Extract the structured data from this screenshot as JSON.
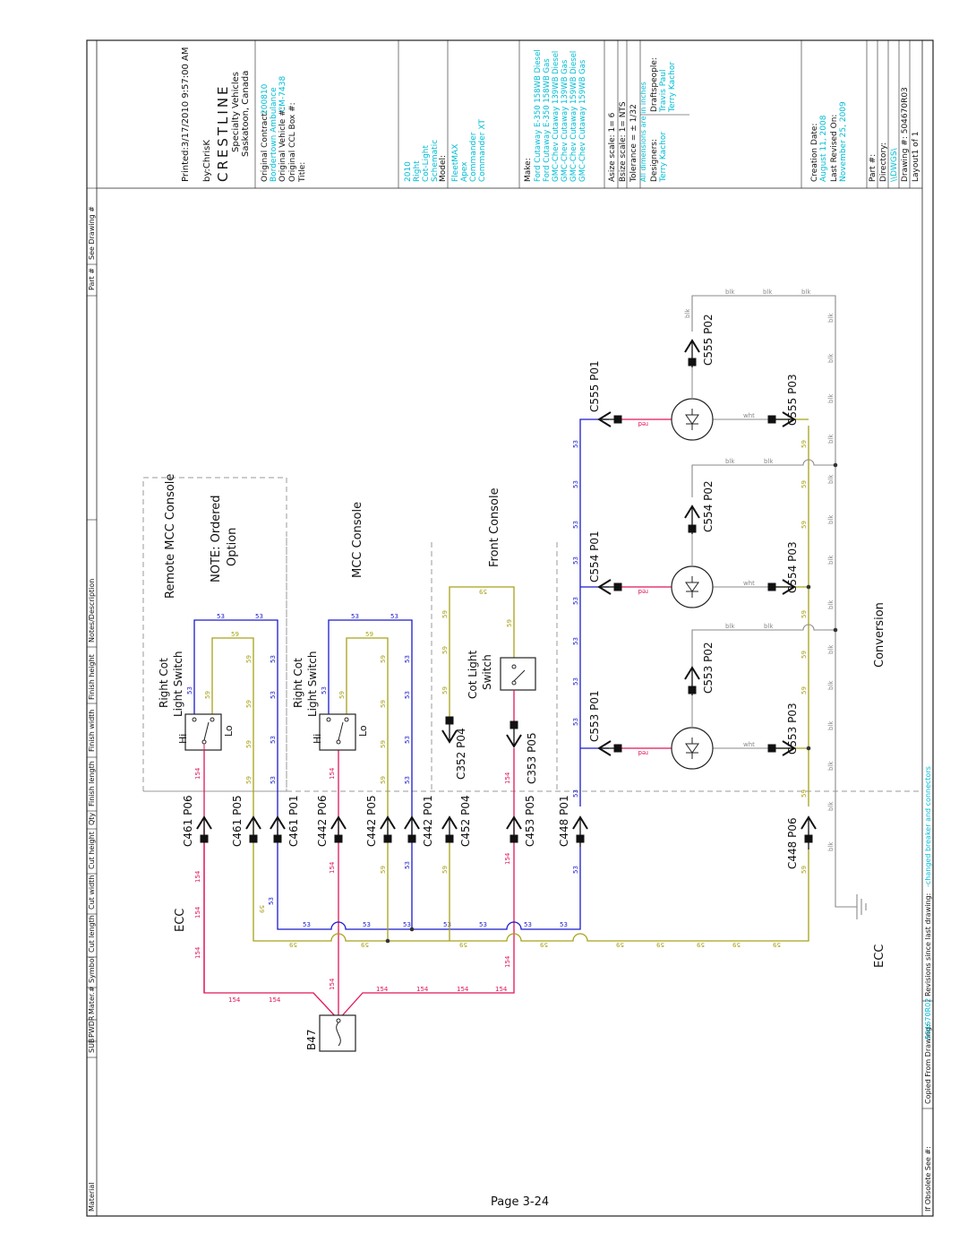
{
  "colors": {
    "wire_53": "#1a1acc",
    "wire_59": "#a8a21a",
    "wire_154": "#e01656",
    "wire_blk": "#8a8a8a",
    "cyan_text": "#00bcd4"
  },
  "title_block": {
    "printed": "Printed:3/17/2010 9:57:00 AM",
    "by": "by:ChrisK",
    "logo": "CRESTLINE",
    "company_line1": "Specialty Vehicles",
    "company_line2": "Saskatoon, Canada",
    "original_contract_label": "Original Contract:",
    "original_contract_value": "200810",
    "original_contract_extra": "Bordertown Ambulance",
    "original_vehicle_label": "Original Vehicle #:",
    "original_vehicle_value": "CM-7438",
    "original_ccl_label": "Original CCL Box #:",
    "title_label": "Title:",
    "title_lines": [
      "2010",
      "Right",
      "Cot-Light",
      "Schematic"
    ],
    "model_label": "Model:",
    "models": [
      "FleetMAX",
      "Apex",
      "Commander",
      "Commander XT"
    ],
    "make_label": "Make:",
    "makes": [
      "Ford Cutaway E-350 158WB Diesel",
      "Ford Cutaway E-350 158WB Gas",
      "GMC-Chev Cutaway 139WB Diesel",
      "GMC-Chev Cutaway 139WB Gas",
      "GMC-Chev Cutaway 159WB Diesel",
      "GMC-Chev Cutaway 159WB Gas"
    ],
    "asize": "Asize scale: 1= 6",
    "bsize": "Bsize scale: 1= NTS",
    "tolerance": "Tolerance = ± 1/32",
    "tolerance_note": "All dimensions are in inches",
    "designers_label": "Designers:",
    "designer": "Terry Kachor",
    "draftspeople_label": "Draftspeople:",
    "draftspeople": [
      "Travis Paul",
      "Terry Kachor"
    ],
    "creation_label": "Creation Date:",
    "creation_value": "August 11, 2008",
    "revised_label": "Last Revised On:",
    "revised_value": "November 25, 2009",
    "part_label": "Part #:",
    "directory_label": "Directory:",
    "directory_value": "\\\\DWGS\\",
    "drawing_label": "Drawing #: 504670R03",
    "layout_label": "Layout1 of 1"
  },
  "table_header": {
    "left": "Material",
    "cols": [
      "SUB",
      "PWDR",
      "Mater.#",
      "Symbol",
      "Cut length",
      "Cut width",
      "Cut height",
      "Qty",
      "Finish length",
      "Finish width",
      "Finish height",
      "Notes/Description"
    ],
    "right": [
      "Part #",
      "See Drawing #"
    ]
  },
  "bottom_bar": {
    "obsolete": "If Obsolete See #:",
    "copied": "Copied From Drawing:",
    "copied_value": "504670R02",
    "revisions": "Revisions since last drawing:",
    "revisions_value": "-changed breaker and connectors"
  },
  "diagram": {
    "remote_console": "Remote MCC Console",
    "note_line1": "NOTE: Ordered",
    "note_line2": "Option",
    "mcc_console": "MCC Console",
    "front_console": "Front Console",
    "conversion": "Conversion",
    "ecc_left": "ECC",
    "ecc_bottom": "ECC",
    "breaker": "B47",
    "switch1_line1": "Right Cot",
    "switch1_line2": "Light Switch",
    "switch2_line1": "Right Cot",
    "switch2_line2": "Light Switch",
    "cot_switch_line1": "Cot Light",
    "cot_switch_line2": "Switch",
    "hi": "Hi",
    "lo": "Lo",
    "connectors": {
      "c461p06": "C461 P06",
      "c461p05": "C461 P05",
      "c461p01": "C461 P01",
      "c442p06": "C442 P06",
      "c442p05": "C442 P05",
      "c442p01": "C442 P01",
      "c452p04": "C452 P04",
      "c453p05": "C453 P05",
      "c448p01": "C448 P01",
      "c448p06": "C448 P06",
      "c352p04": "C352 P04",
      "c353p05": "C353 P05",
      "c553p01": "C553 P01",
      "c553p02": "C553 P02",
      "c553p03": "C553 P03",
      "c554p01": "C554 P01",
      "c554p02": "C554 P02",
      "c554p03": "C554 P03",
      "c555p01": "C555 P01",
      "c555p02": "C555 P02",
      "c555p03": "C555 P03"
    },
    "wire_53": "53",
    "wire_59": "59",
    "wire_154": "154",
    "wire_blk": "blk",
    "wire_red": "red",
    "wire_wht": "wht"
  },
  "page_number": "Page 3-24"
}
